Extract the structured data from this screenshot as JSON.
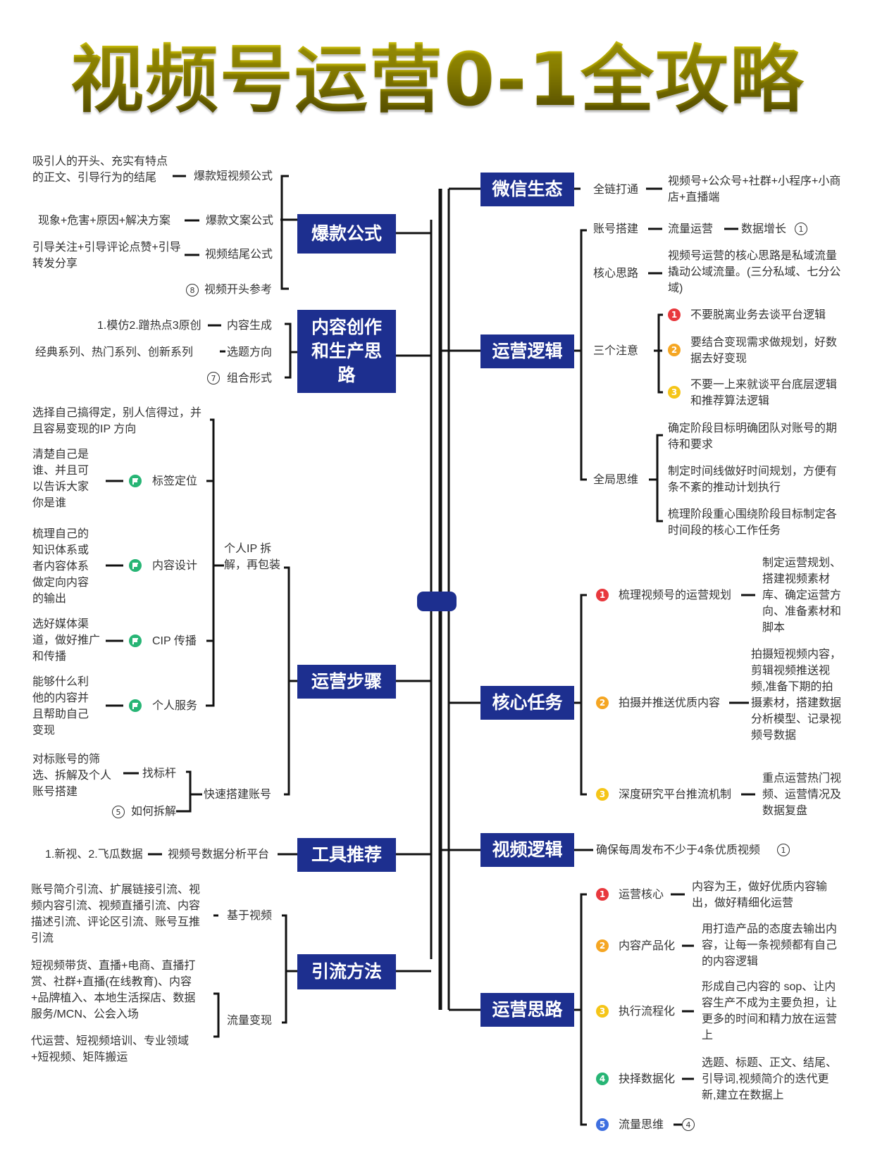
{
  "title": "视频号运营0-1全攻略",
  "colors": {
    "box": "#1d2f8f",
    "title": "#b5a800",
    "line": "#111111",
    "num_red": "#e8383d",
    "num_orange": "#f5a623",
    "num_yellow": "#f5c518",
    "num_green": "#27b575",
    "num_blue": "#3e6fe0"
  },
  "left": {
    "b1": {
      "label": "爆款公式",
      "items": [
        {
          "name": "爆款短视频公式",
          "desc": "吸引人的开头、充实有特点的正文、引导行为的结尾"
        },
        {
          "name": "爆款文案公式",
          "desc": "现象+危害+原因+解决方案"
        },
        {
          "name": "视频结尾公式",
          "desc": "引导关注+引导评论点赞+引导转发分享"
        },
        {
          "name": "视频开头参考",
          "count": "8"
        }
      ]
    },
    "b2": {
      "label": "内容创作和生产思路",
      "items": [
        {
          "name": "内容生成",
          "desc": "1.模仿2.蹭热点3原创"
        },
        {
          "name": "选题方向",
          "desc": "经典系列、热门系列、创新系列"
        },
        {
          "name": "组合形式",
          "count": "7"
        }
      ]
    },
    "b3": {
      "label": "运营步骤",
      "sub1": "个人IP 拆解，再包装",
      "top_desc": "选择自己搞得定，别人信得过，并且容易变现的IP 方向",
      "items": [
        {
          "name": "标签定位",
          "desc": "清楚自己是谁、并且可以告诉大家你是谁"
        },
        {
          "name": "内容设计",
          "desc": "梳理自己的知识体系或者内容体系做定向内容的输出"
        },
        {
          "name": "CIP 传播",
          "desc": "选好媒体渠道，做好推广和传播"
        },
        {
          "name": "个人服务",
          "desc": "能够什么利他的内容并且帮助自己变现"
        }
      ],
      "sub2": "快速搭建账号",
      "sub2_items": [
        {
          "name": "找标杆",
          "desc": "对标账号的筛选、拆解及个人账号搭建"
        },
        {
          "name": "如何拆解",
          "count": "5"
        }
      ]
    },
    "b4": {
      "label": "工具推荐",
      "item": {
        "name": "视频号数据分析平台",
        "desc": "1.新视、2.飞瓜数据"
      }
    },
    "b5": {
      "label": "引流方法",
      "items": [
        {
          "name": "基于视频",
          "desc": "账号简介引流、扩展链接引流、视频内容引流、视频直播引流、内容描述引流、评论区引流、账号互推引流"
        },
        {
          "name": "流量变现",
          "desc1": "短视频带货、直播+电商、直播打赏、社群+直播(在线教育)、内容+品牌植入、本地生活探店、数据服务/MCN、公会入场",
          "desc2": "代运营、短视频培训、专业领域+短视频、矩阵搬运"
        }
      ]
    }
  },
  "right": {
    "r1": {
      "label": "微信生态",
      "item": "全链打通",
      "desc": "视频号+公众号+社群+小程序+小商店+直播端"
    },
    "r2": {
      "label": "运营逻辑",
      "acct": {
        "name": "账号搭建",
        "mid": "流量运营",
        "end": "数据增长",
        "count": "1"
      },
      "core": {
        "name": "核心思路",
        "desc": "视频号运营的核心思路是私域流量撬动公域流量。(三分私域、七分公域)"
      },
      "three": {
        "name": "三个注意",
        "items": [
          "不要脱离业务去谈平台逻辑",
          "要结合变现需求做规划，好数据去好变现",
          "不要一上来就谈平台底层逻辑和推荐算法逻辑"
        ]
      },
      "global": {
        "name": "全局思维",
        "items": [
          "确定阶段目标明确团队对账号的期待和要求",
          "制定时间线做好时间规划，方便有条不紊的推动计划执行",
          "梳理阶段重心围绕阶段目标制定各时间段的核心工作任务"
        ]
      }
    },
    "r3": {
      "label": "核心任务",
      "items": [
        {
          "name": "梳理视频号的运营规划",
          "desc": "制定运营规划、搭建视频素材库、确定运营方向、准备素材和脚本"
        },
        {
          "name": "拍摄并推送优质内容",
          "desc": "拍摄短视频内容，剪辑视频推送视频,准备下期的拍摄素材，搭建数据分析模型、记录视频号数据"
        },
        {
          "name": "深度研究平台推流机制",
          "desc": "重点运营热门视频、运营情况及数据复盘"
        }
      ]
    },
    "r4": {
      "label": "视频逻辑",
      "item": "确保每周发布不少于4条优质视频",
      "count": "1"
    },
    "r5": {
      "label": "运营思路",
      "items": [
        {
          "name": "运营核心",
          "desc": "内容为王，做好优质内容输出，做好精细化运营"
        },
        {
          "name": "内容产品化",
          "desc": "用打造产品的态度去输出内容，让每一条视频都有自己的内容逻辑"
        },
        {
          "name": "执行流程化",
          "desc": "形成自己内容的 sop、让内容生产不成为主要负担，让更多的时间和精力放在运营上"
        },
        {
          "name": "抉择数据化",
          "desc": "选题、标题、正文、结尾、引导词,视频简介的迭代更新,建立在数据上"
        },
        {
          "name": "流量思维",
          "count": "4"
        }
      ]
    }
  }
}
